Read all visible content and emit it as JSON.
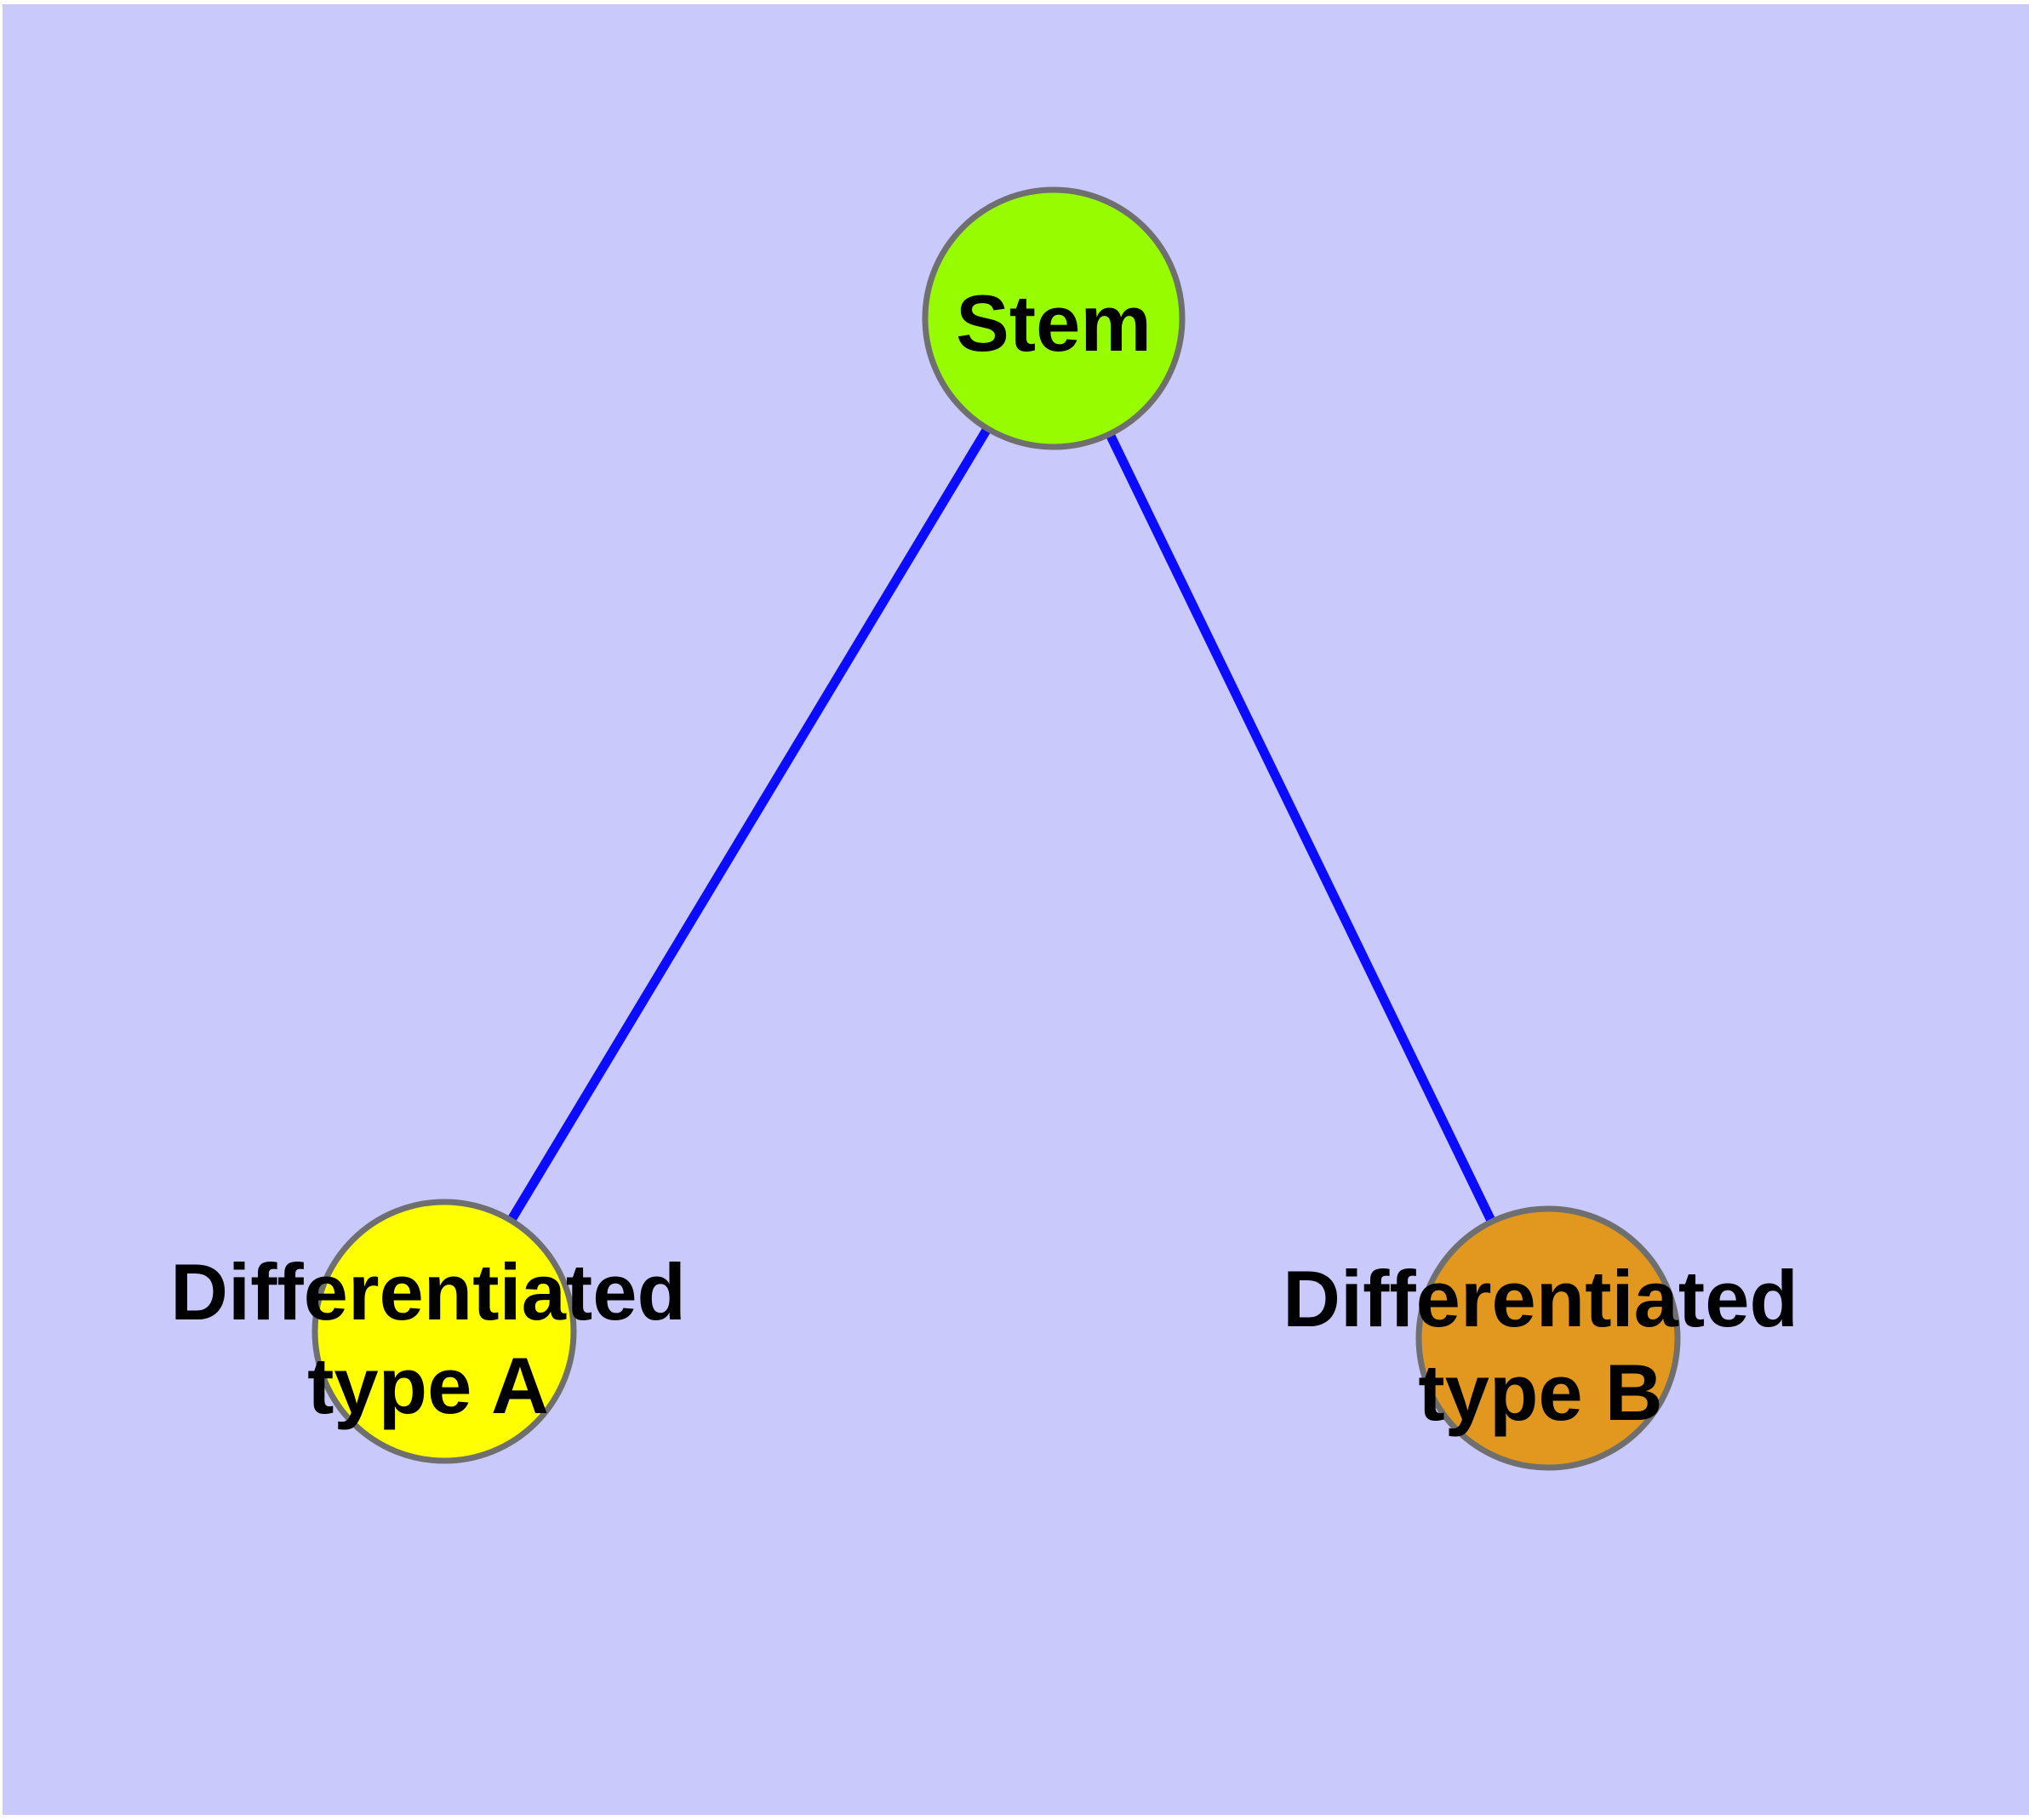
{
  "diagram": {
    "description": "Stem cell differentiation graph",
    "background_color": "#C9C9FC",
    "page_margin_color": "#FFFFFF",
    "edge_color": "#0B0BFF",
    "node_border_color": "#6F6F6F",
    "label_color": "#000000",
    "nodes": [
      {
        "id": "stem",
        "label": "Stem",
        "label_line1": "Stem",
        "label_line2": "",
        "fill": "#98FC00"
      },
      {
        "id": "type-a",
        "label": "Differentiated type A",
        "label_line1": "Differentiated",
        "label_line2": "type A",
        "fill": "#FFFF00"
      },
      {
        "id": "type-b",
        "label": "Differentiated type B",
        "label_line1": "Differentiated",
        "label_line2": "type B",
        "fill": "#E2981F"
      }
    ],
    "edges": [
      {
        "from": "stem",
        "to": "type-a"
      },
      {
        "from": "stem",
        "to": "type-b"
      }
    ]
  }
}
